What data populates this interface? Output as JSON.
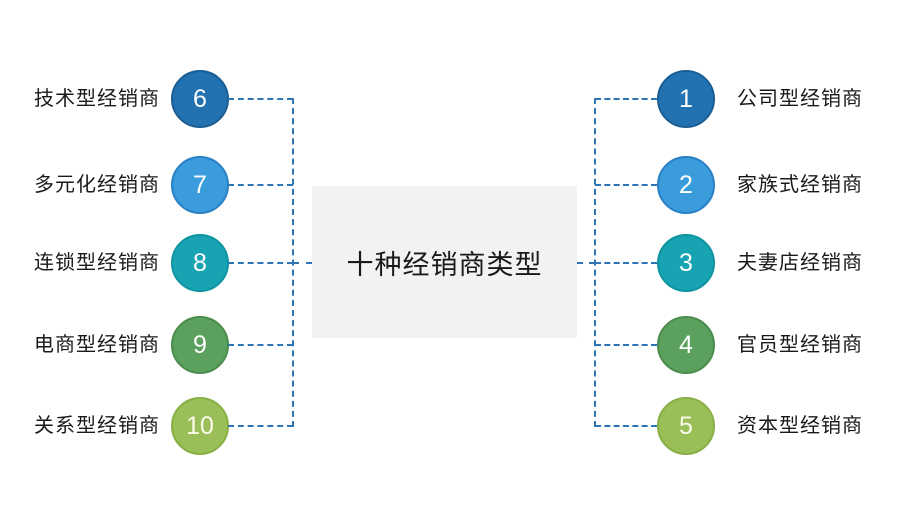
{
  "center": {
    "title": "十种经销商类型",
    "box_bg": "#F2F2F2",
    "title_color": "#1A1A1A"
  },
  "connectors": {
    "color": "#2E75B6",
    "style": "dashed"
  },
  "label_color": "#1A1A1A",
  "left": {
    "items": [
      {
        "number": "6",
        "label": "技术型经销商",
        "fill": "#2272B2",
        "border": "#1A5E94",
        "number_color": "#FFFFFF"
      },
      {
        "number": "7",
        "label": "多元化经销商",
        "fill": "#3B9CDC",
        "border": "#2980C4",
        "number_color": "#FFFFFF"
      },
      {
        "number": "8",
        "label": "连锁型经销商",
        "fill": "#17A3B2",
        "border": "#0E93A1",
        "number_color": "#FFFFFF"
      },
      {
        "number": "9",
        "label": "电商型经销商",
        "fill": "#5CA05E",
        "border": "#4A8C4C",
        "number_color": "#FFFFFF"
      },
      {
        "number": "10",
        "label": "关系型经销商",
        "fill": "#9ABF58",
        "border": "#88AE45",
        "number_color": "#FBFBEA"
      }
    ]
  },
  "right": {
    "items": [
      {
        "number": "1",
        "label": "公司型经销商",
        "fill": "#2272B2",
        "border": "#1A5E94",
        "number_color": "#FFFFFF"
      },
      {
        "number": "2",
        "label": "家族式经销商",
        "fill": "#3B9CDC",
        "border": "#2980C4",
        "number_color": "#FFFFFF"
      },
      {
        "number": "3",
        "label": "夫妻店经销商",
        "fill": "#17A3B2",
        "border": "#0E93A1",
        "number_color": "#FFFFFF"
      },
      {
        "number": "4",
        "label": "官员型经销商",
        "fill": "#5CA05E",
        "border": "#4A8C4C",
        "number_color": "#FFFFFF"
      },
      {
        "number": "5",
        "label": "资本型经销商",
        "fill": "#9ABF58",
        "border": "#88AE45",
        "number_color": "#FBFBEA"
      }
    ]
  }
}
